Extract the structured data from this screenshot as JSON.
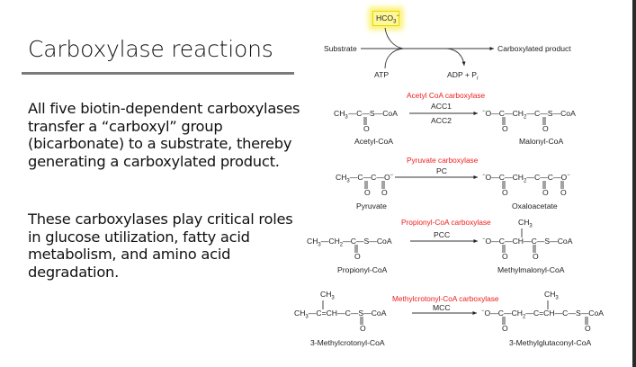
{
  "slide": {
    "title": "Carboxylase reactions",
    "paragraphs": [
      "All five biotin-dependent carboxylases transfer a “carboxyl” group (bicarbonate)  to a substrate, thereby generating a carboxylated product.",
      "These carboxylases play critical roles in glucose utilization, fatty acid metabolism, and amino acid degradation."
    ]
  },
  "general_scheme": {
    "substrate": "Substrate",
    "bicarbonate": "HCO3−",
    "bicarbonate_highlight_color": "#fff89a",
    "atp": "ATP",
    "adp_pi": "ADP + Pi",
    "product": "Carboxylated product"
  },
  "enzyme_color": "#ee1c1c",
  "reactions": [
    {
      "enzyme": "Acetyl CoA carboxylase",
      "isoforms_above": "ACC1",
      "isoforms_below": "ACC2",
      "substrate_name": "Acetyl-CoA",
      "substrate_formula": "CH3—C—S—CoA",
      "product_name": "Malonyl-CoA",
      "product_formula": "−O—C—CH2—C—S—CoA"
    },
    {
      "enzyme": "Pyruvate carboxylase",
      "isoforms_above": "PC",
      "substrate_name": "Pyruvate",
      "substrate_formula": "CH3—C—C—O−",
      "product_name": "Oxaloacetate",
      "product_formula": "−O—C—CH2—C—C—O−"
    },
    {
      "enzyme": "Propionyl-CoA carboxylase",
      "isoforms_above": "PCC",
      "substrate_name": "Propionyl-CoA",
      "substrate_formula": "CH3—CH2—C—S—CoA",
      "product_name": "Methylmalonyl-CoA",
      "product_formula": "−O—C—CH(CH3)—C—S—CoA"
    },
    {
      "enzyme": "Methylcrotonyl-CoA carboxylase",
      "isoforms_above": "MCC",
      "substrate_name": "3-Methylcrotonyl-CoA",
      "substrate_formula": "CH3—C(CH3)=CH—C—S—CoA",
      "product_name": "3-Methylglutaconyl-CoA",
      "product_formula": "−O—C—CH2—C(CH3)=CH—C—S—CoA"
    }
  ]
}
